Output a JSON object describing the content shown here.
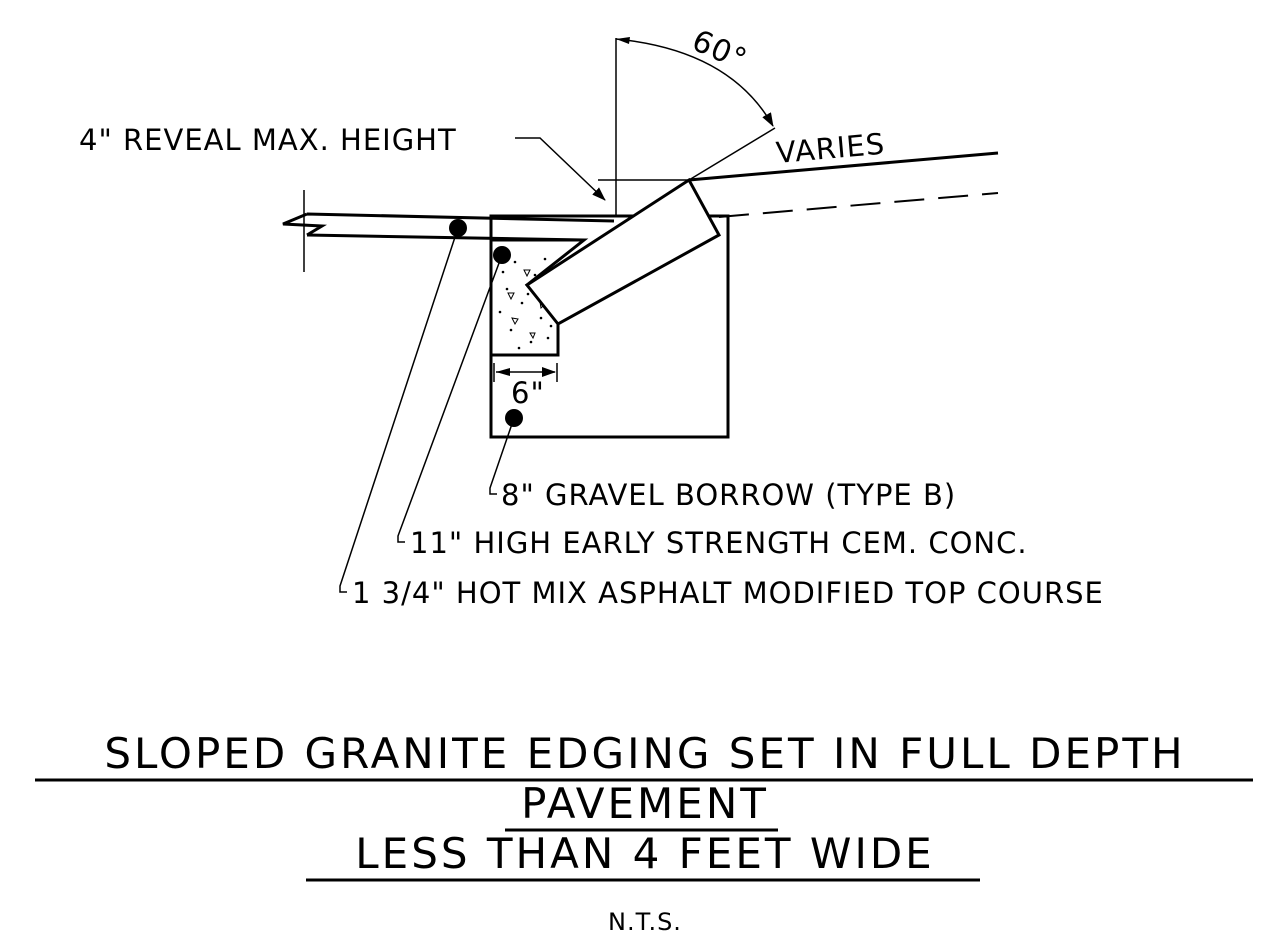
{
  "labels": {
    "angle": "60°",
    "reveal": "4\" REVEAL MAX. HEIGHT",
    "varies": "VARIES",
    "width_dim": "6\"",
    "layer_gravel": "8\" GRAVEL BORROW (TYPE B)",
    "layer_concrete": "11\" HIGH EARLY STRENGTH CEM. CONC.",
    "layer_asphalt": "1 3/4\" HOT MIX ASPHALT MODIFIED TOP COURSE"
  },
  "title": {
    "line1": "SLOPED GRANITE EDGING SET IN FULL DEPTH",
    "line2": "PAVEMENT",
    "line3": "LESS THAN 4 FEET WIDE"
  },
  "scale_note": "N.T.S.",
  "colors": {
    "ink": "#000000",
    "background": "#ffffff"
  }
}
